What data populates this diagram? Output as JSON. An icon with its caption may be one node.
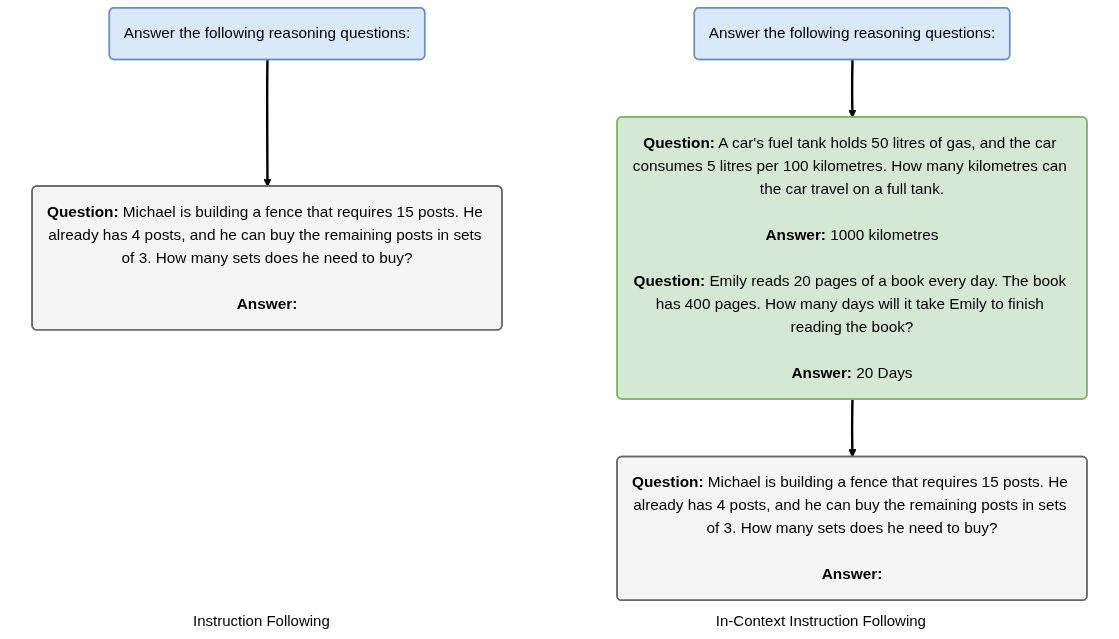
{
  "diagram": {
    "nodes": [
      {
        "text": [
          "Answer the following reasoning questions:"
        ]
      },
      {
        "text": [
          "**Question:** Michael is building a fence that requires 15 posts. He already has 4 posts, and he can buy the remaining posts in sets of 3. How many sets does he need to buy?",
          "**Answer:**"
        ]
      },
      {
        "text": [
          "Answer the following reasoning questions:"
        ]
      },
      {
        "text": [
          "**Question:** A car's fuel tank holds 50 litres of gas, and the car consumes 5 litres per 100 kilometres. How many kilometres can the car travel on a full tank.",
          "**Answer:** 1000 kilometres",
          "**Question:** Emily reads 20 pages of a book every day. The book has 400 pages. How many days will it take Emily to finish reading the book?",
          "**Answer:** 20 Days"
        ]
      },
      {
        "text": [
          "**Question:** Michael is building a fence that requires 15 posts. He already has 4 posts, and he can buy the remaining posts in sets of 3. How many sets does he need to buy?",
          "**Answer:**"
        ]
      }
    ],
    "edges": [
      {
        "from": 0,
        "to": 1,
        "arrow": "to"
      },
      {
        "from": 2,
        "to": 3,
        "arrow": "to"
      },
      {
        "from": 3,
        "to": 4,
        "arrow": "to"
      }
    ],
    "labels": [
      "Instruction Following",
      "In-Context Instruction Following"
    ]
  }
}
